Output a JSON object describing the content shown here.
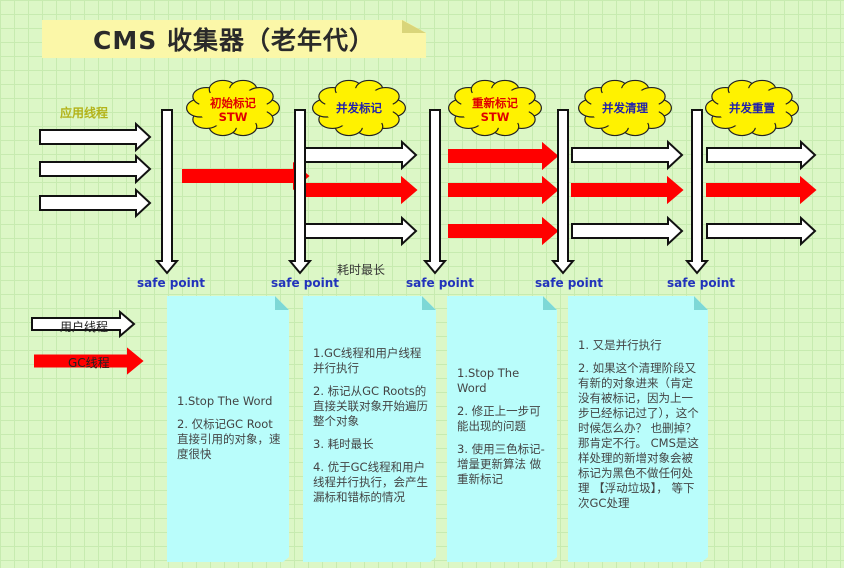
{
  "title": "CMS 收集器（老年代）",
  "app_threads_label": "应用线程",
  "phases": [
    {
      "name": "初始标记",
      "sub": "STW",
      "name_color": "#e00000"
    },
    {
      "name": "并发标记",
      "sub": "",
      "name_color": "#2222aa"
    },
    {
      "name": "重新标记",
      "sub": "STW",
      "name_color": "#e00000"
    },
    {
      "name": "并发清理",
      "sub": "",
      "name_color": "#2222aa"
    },
    {
      "name": "并发重置",
      "sub": "",
      "name_color": "#2222aa"
    }
  ],
  "safe_point_label": "safe point",
  "longest_label": "耗时最长",
  "legend": {
    "user_thread": "用户线程",
    "gc_thread": "GC线程"
  },
  "colors": {
    "user_thread_fill": "#ffffff",
    "gc_thread_fill": "#ff0000",
    "cloud_fill": "#fff200",
    "note_fill": "#b9fdfb",
    "safepoint_text": "#2233bb"
  },
  "notes": [
    [
      "1.Stop The Word",
      "2. 仅标记GC Root直接引用的对象，速度很快"
    ],
    [
      "1.GC线程和用户线程并行执行",
      "2. 标记从GC Roots的直接关联对象开始遍历整个对象",
      "3. 耗时最长",
      "4. 优于GC线程和用户线程并行执行，会产生漏标和错标的情况"
    ],
    [
      "1.Stop The Word",
      "2. 修正上一步可能出现的问题",
      "3. 使用三色标记-增量更新算法 做重新标记"
    ],
    [
      "1. 又是并行执行",
      "2. 如果这个清理阶段又有新的对象进来（肯定没有被标记，因为上一步已经标记过了），这个时候怎么办？ 也删掉？ 那肯定不行。 CMS是这样处理的新增对象会被标记为黑色不做任何处理 【浮动垃圾】， 等下次GC处理"
    ]
  ]
}
